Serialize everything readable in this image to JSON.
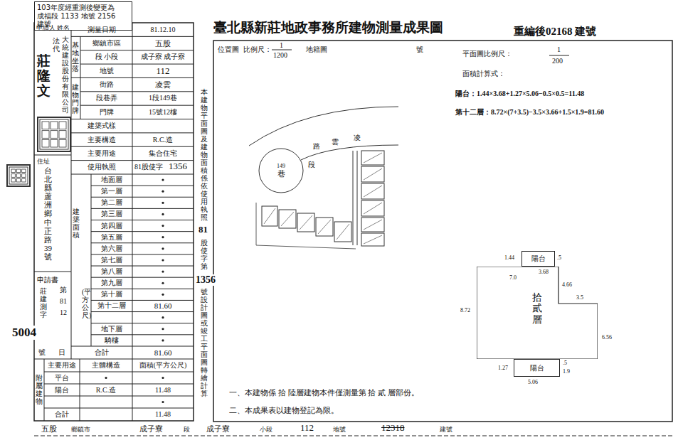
{
  "diagram": {
    "title": "臺北縣新莊地政事務所建物測量成果圖",
    "nodes": [
      {
        "text": [
          "103年度經重測後變更為 成福段 1133 地號 2156 建號"
        ]
      },
      {
        "text": [
          "149",
          "巷"
        ]
      },
      {
        "text": [
          "陽台"
        ]
      },
      {
        "text": [
          "拾貳層"
        ]
      },
      {
        "text": [
          "陽台"
        ]
      }
    ],
    "labels": [
      "重編後02168 建號",
      "位置圖",
      "比例尺：",
      "1",
      "1200",
      "地籍圖",
      "號",
      "平面圖比例尺：",
      "1",
      "200",
      "面積計算式：",
      "陽台：1.44×3.68+1.27×5.06−0.5×0.5=11.48",
      "第十二層：8.72×(7+3.5)−3.5×3.66+1.5×1.9=81.60",
      "路",
      "雲",
      "凌",
      "段",
      "1.44",
      ".5",
      "3.68",
      "7.0",
      "4.66",
      "3.5",
      "8.72",
      "6.56",
      "1.27",
      "5.06",
      ".5",
      "1.9",
      "一、本建物係 拾 陸層建物本件僅測量第 拾 貳 層部份。",
      "二、本成果表以建物登記為限。",
      "本建物平面圖及建物面積係依使用執照",
      "81",
      "股使字第",
      "1356",
      "號設計圖或竣工平面圖轉繪計算",
      "申請人",
      "姓名",
      "大統建設股份有限公司",
      "法代",
      "莊隆文",
      "住址",
      "台北縣蘆洲鄉中正路39號",
      "申請書",
      "莊建測字",
      "第",
      "81",
      "12",
      "5004",
      "號",
      "日",
      "測量日期",
      "81.12.10",
      "基地坐落",
      "鄉鎮市區",
      "五股",
      "段 小段",
      "成子寮 成子寮",
      "地號",
      "112",
      "建物門牌",
      "街路",
      "凌雲",
      "段巷弄",
      "1段149巷",
      "門牌",
      "15號12樓",
      "建築式樣",
      "主要構造",
      "R.C.造",
      "主要用途",
      "集合住宅",
      "使用執照",
      "81股使字",
      "1356",
      "建築面積",
      "(平方公尺)",
      "地面層",
      "第一層",
      "第二層",
      "第三層",
      "第四層",
      "第五層",
      "第六層",
      "第七層",
      "第八層",
      "第九層",
      "第十層",
      "第十二層",
      "地下層",
      "騎樓",
      "81.60",
      "合計",
      "81.60",
      "附屬建物",
      "主要用途",
      "主體構造",
      "面積(平方公尺)",
      "平台",
      "陽台",
      "R.C.造",
      "11.48",
      "合計",
      "11.48",
      "五股",
      "鄉鎮市",
      "成子寮",
      "段",
      "成子寮",
      "小段",
      "112",
      "地號",
      "12318",
      "建號"
    ]
  }
}
